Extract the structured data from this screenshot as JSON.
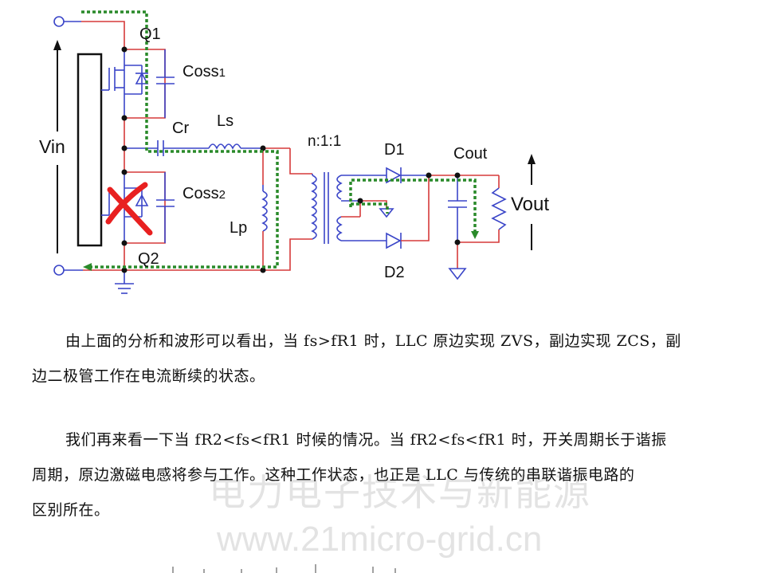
{
  "figure": {
    "labels": {
      "q1": "Q1",
      "q2": "Q2",
      "coss1": "Coss",
      "coss1_sub": "1",
      "coss2": "Coss",
      "coss2_sub": "2",
      "cr": "Cr",
      "ls": "Ls",
      "lp": "Lp",
      "vin": "Vin",
      "ratio": "n:1:1",
      "d1": "D1",
      "d2": "D2",
      "cout": "Cout",
      "vout": "Vout"
    },
    "colors": {
      "wire_red": "#d63a3a",
      "wire_blue": "#3a45c8",
      "current_path_green": "#2a8a2a",
      "cross_mark": "#e82020"
    }
  },
  "paragraphs": [
    {
      "line1": "由上面的分析和波形可以看出，当 fs>fR1 时，LLC 原边实现 ZVS，副边实现 ZCS，副",
      "line2": "边二极管工作在电流断续的状态。"
    },
    {
      "line1": "我们再来看一下当 fR2<fs<fR1 时候的情况。当 fR2<fs<fR1 时，开关周期长于谐振",
      "line2": "周期，原边激磁电感将参与工作。这种工作状态，也正是 LLC 与传统的串联谐振电路的",
      "line3": "区别所在。"
    }
  ],
  "watermark": {
    "line1": "电力电子技术与新能源",
    "line2": "www.21micro-grid.cn"
  }
}
